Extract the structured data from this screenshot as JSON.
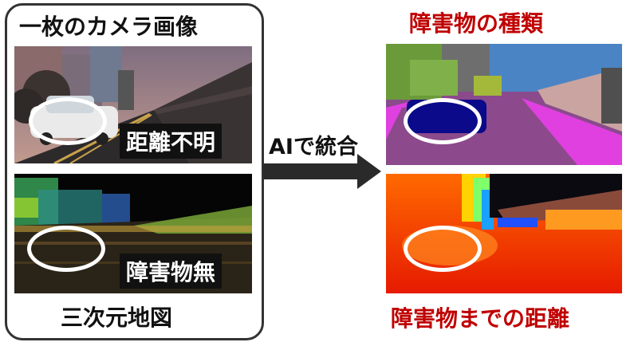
{
  "left": {
    "camera_title": "一枚のカメラ画像",
    "camera_label": "距離不明",
    "lidar_label": "障害物無",
    "map_title": "三次元地図"
  },
  "arrow": {
    "label": "AIで統合"
  },
  "right": {
    "type_title": "障害物の種類",
    "distance_title": "障害物までの距離"
  },
  "colors": {
    "accent_red": "#c00000",
    "frame": "#333333",
    "arrow": "#2a2a2a"
  }
}
